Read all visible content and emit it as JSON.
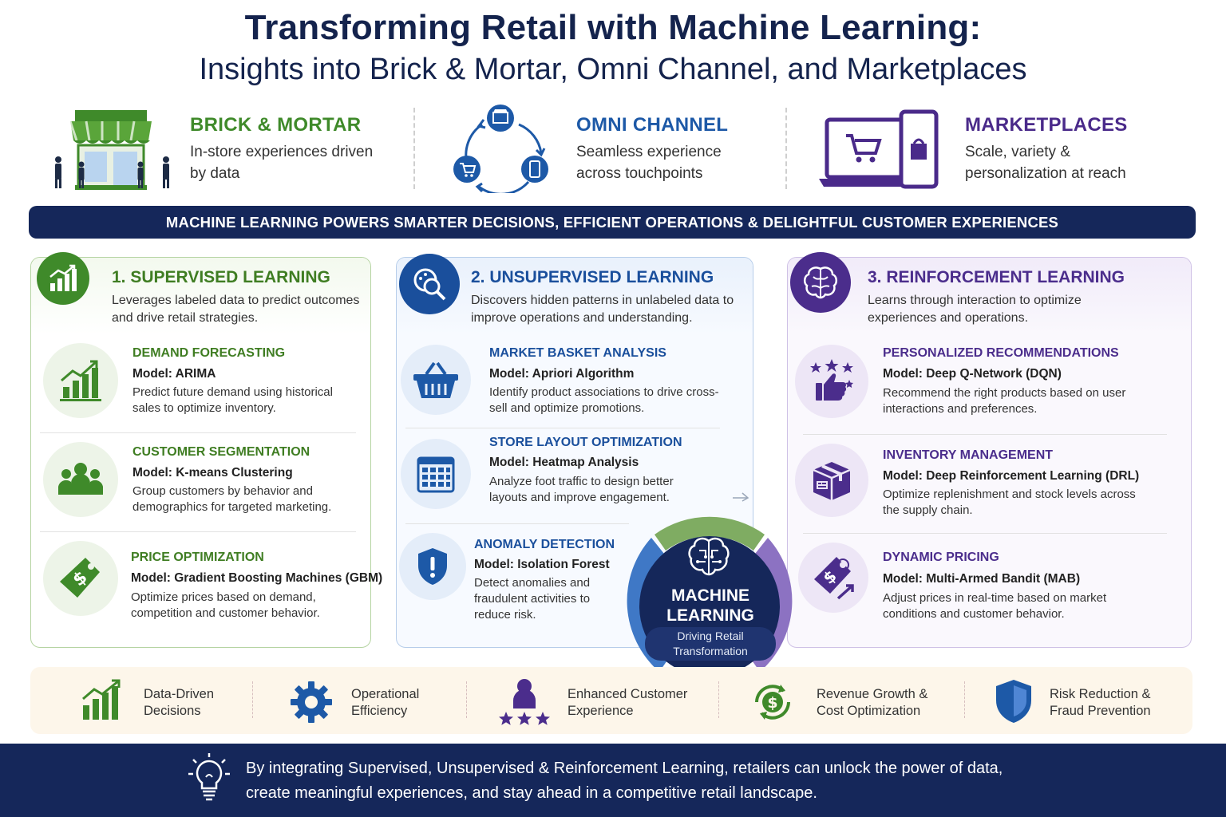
{
  "title": {
    "line1": "Transforming Retail with Machine Learning:",
    "line2": "Insights into Brick & Mortar, Omni Channel, and Marketplaces"
  },
  "segments": [
    {
      "title": "BRICK & MORTAR",
      "desc": "In-store experiences driven by data",
      "color": "#3f8a2a",
      "icon": "storefront-icon"
    },
    {
      "title": "OMNI CHANNEL",
      "desc": "Seamless experience across touchpoints",
      "color": "#1d59a7",
      "icon": "omnichannel-cycle-icon"
    },
    {
      "title": "MARKETPLACES",
      "desc": "Scale, variety & personalization at reach",
      "color": "#4a2a8a",
      "icon": "laptop-phone-icon"
    }
  ],
  "banner": "MACHINE LEARNING POWERS SMARTER DECISIONS, EFFICIENT OPERATIONS & DELIGHTFUL CUSTOMER EXPERIENCES",
  "panels": [
    {
      "title": "1.  SUPERVISED LEARNING",
      "desc": "Leverages labeled data to predict outcomes and drive retail strategies.",
      "color": "#3f7d22",
      "icon": "growth-chart-icon",
      "items": [
        {
          "title": "DEMAND FORECASTING",
          "model": "Model: ARIMA",
          "desc": "Predict future demand using historical sales to optimize inventory.",
          "icon": "bar-chart-icon"
        },
        {
          "title": "CUSTOMER SEGMENTATION",
          "model": "Model: K-means Clustering",
          "desc": "Group customers by behavior and demographics for targeted marketing.",
          "icon": "people-group-icon"
        },
        {
          "title": "PRICE OPTIMIZATION",
          "model": "Model: Gradient Boosting Machines (GBM)",
          "desc": "Optimize prices based on demand, competition and customer behavior.",
          "icon": "price-tag-icon"
        }
      ]
    },
    {
      "title": "2. UNSUPERVISED LEARNING",
      "desc": "Discovers hidden patterns in unlabeled data to improve operations and understanding.",
      "color": "#1a4f9c",
      "icon": "magnifier-icon",
      "items": [
        {
          "title": "MARKET BASKET ANALYSIS",
          "model": "Model: Apriori Algorithm",
          "desc": "Identify product associations to drive cross-sell and optimize promotions.",
          "icon": "basket-icon"
        },
        {
          "title": "STORE LAYOUT OPTIMIZATION",
          "model": "Model: Heatmap Analysis",
          "desc": "Analyze foot traffic to design better layouts and improve engagement.",
          "icon": "grid-layout-icon"
        },
        {
          "title": "ANOMALY DETECTION",
          "model": "Model: Isolation Forest",
          "desc": "Detect anomalies and fraudulent activities to reduce risk.",
          "icon": "alert-shield-icon"
        }
      ]
    },
    {
      "title": "3. REINFORCEMENT LEARNING",
      "desc": "Learns through interaction to optimize experiences and operations.",
      "color": "#4b2d8c",
      "icon": "brain-icon",
      "items": [
        {
          "title": "PERSONALIZED RECOMMENDATIONS",
          "model": "Model: Deep Q-Network (DQN)",
          "desc": "Recommend the right products based on user interactions and preferences.",
          "icon": "thumbs-up-stars-icon"
        },
        {
          "title": "INVENTORY MANAGEMENT",
          "model": "Model: Deep Reinforcement Learning (DRL)",
          "desc": "Optimize replenishment and stock levels across the supply chain.",
          "icon": "box-icon"
        },
        {
          "title": "DYNAMIC PRICING",
          "model": "Model: Multi-Armed Bandit (MAB)",
          "desc": "Adjust prices in real-time based on market conditions and customer behavior.",
          "icon": "price-tag-arrow-icon"
        }
      ]
    }
  ],
  "hub": {
    "title_line1": "MACHINE",
    "title_line2": "LEARNING",
    "sub_line1": "Driving Retail",
    "sub_line2": "Transformation",
    "icon": "brain-circuit-icon"
  },
  "benefits": [
    {
      "line1": "Data-Driven",
      "line2": "Decisions",
      "icon": "bar-chart-up-icon"
    },
    {
      "line1": "Operational",
      "line2": "Efficiency",
      "icon": "gear-icon"
    },
    {
      "line1": "Enhanced Customer",
      "line2": "Experience",
      "icon": "customer-stars-icon"
    },
    {
      "line1": "Revenue Growth &",
      "line2": "Cost Optimization",
      "icon": "dollar-cycle-icon"
    },
    {
      "line1": "Risk Reduction &",
      "line2": "Fraud Prevention",
      "icon": "shield-icon"
    }
  ],
  "footer": {
    "line1": "By integrating Supervised, Unsupervised & Reinforcement Learning, retailers can unlock the power of data,",
    "line2": "create meaningful experiences, and stay ahead in a competitive retail landscape.",
    "icon": "lightbulb-icon"
  }
}
